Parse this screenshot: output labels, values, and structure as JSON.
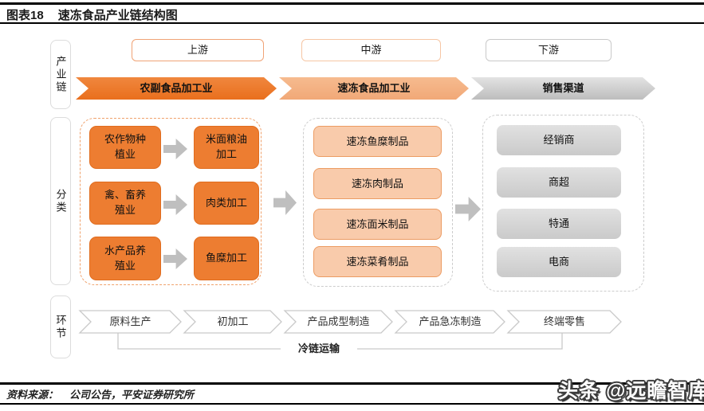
{
  "header": {
    "figure_label": "图表18",
    "figure_title": "速冻食品产业链结构图"
  },
  "axis_labels": {
    "chain": "产业链",
    "category": "分类",
    "stage": "环节"
  },
  "stream_headers": [
    {
      "label": "上游"
    },
    {
      "label": "中游"
    },
    {
      "label": "下游"
    }
  ],
  "chain_bands": [
    {
      "label": "农副食品加工业",
      "color": "#ED7D31"
    },
    {
      "label": "速冻食品加工业",
      "color": "#F4B183"
    },
    {
      "label": "销售渠道",
      "color": "#CFCFCF"
    }
  ],
  "upstream": {
    "rows": [
      {
        "source": "农作物种\n植业",
        "target": "米面粮油\n加工"
      },
      {
        "source": "禽、畜养\n殖业",
        "target": "肉类加工"
      },
      {
        "source": "水产品养\n殖业",
        "target": "鱼糜加工"
      }
    ]
  },
  "midstream": {
    "products": [
      {
        "label": "速冻鱼糜制品"
      },
      {
        "label": "速冻肉制品"
      },
      {
        "label": "速冻面米制品"
      },
      {
        "label": "速冻菜肴制品"
      }
    ]
  },
  "downstream": {
    "channels": [
      {
        "label": "经销商"
      },
      {
        "label": "商超"
      },
      {
        "label": "特通"
      },
      {
        "label": "电商"
      }
    ]
  },
  "process_stages": [
    {
      "label": "原料生产"
    },
    {
      "label": "初加工"
    },
    {
      "label": "产品成型制造"
    },
    {
      "label": "产品急冻制造"
    },
    {
      "label": "终端零售"
    }
  ],
  "cold_chain_label": "冷链运输",
  "footer": {
    "source_label": "资料来源：",
    "source_text": "公司公告，平安证券研究所",
    "watermark": "头条 @远瞻智库"
  },
  "colors": {
    "accent_orange": "#ED7D31",
    "light_orange_band": "#F4B183",
    "peach_box_fill": "#F9CBAB",
    "peach_box_border": "#EC9C63",
    "gray_box": "#D6D6D6",
    "arrow_gray": "#BFBFBF",
    "dashed_orange": "#F0A16B",
    "dashed_gray": "#CCCCCC"
  }
}
